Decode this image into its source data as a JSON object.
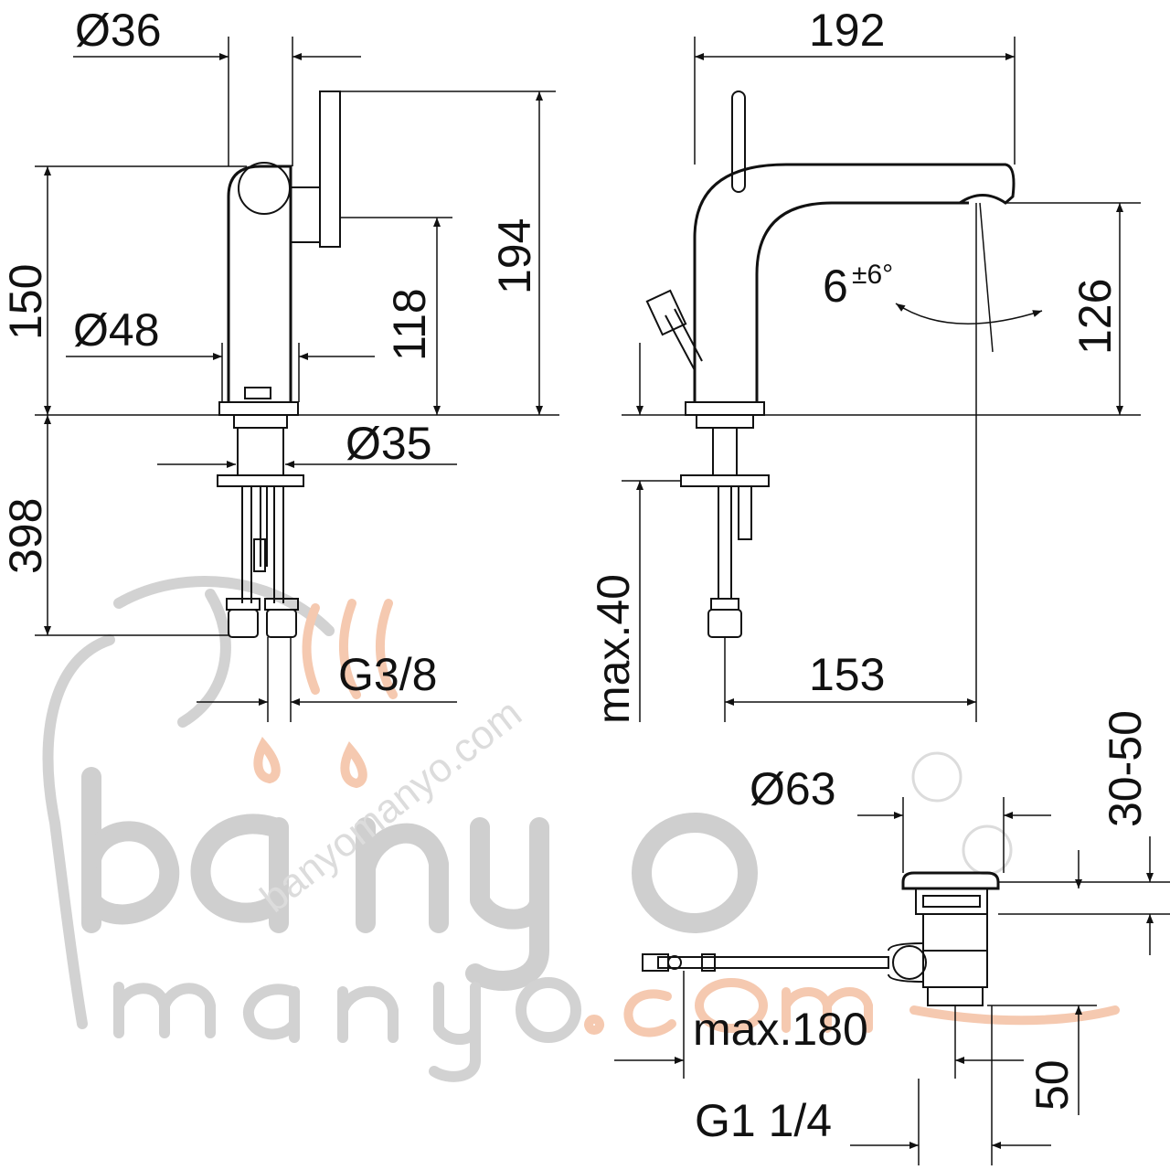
{
  "dimensions": {
    "d36": "Ø36",
    "d48": "Ø48",
    "d35": "Ø35",
    "h150": "150",
    "h118": "118",
    "h194": "194",
    "h398": "398",
    "g38": "G3/8",
    "w192": "192",
    "angle_base": "6",
    "angle_tol": "±6°",
    "h126": "126",
    "max40": "max.40",
    "w153": "153",
    "d63": "Ø63",
    "r3050": "30-50",
    "max180": "max.180",
    "h50": "50",
    "g114": "G1 1/4"
  },
  "watermark": {
    "logo_word_1": "banyo",
    "logo_word_2": "manyo",
    "logo_suffix": ".com",
    "diagonal_text": "banyomanyo.com"
  },
  "colors": {
    "line": "#111111",
    "watermark_gray": "#cfcfcf",
    "watermark_orange": "#f5c9b0"
  }
}
